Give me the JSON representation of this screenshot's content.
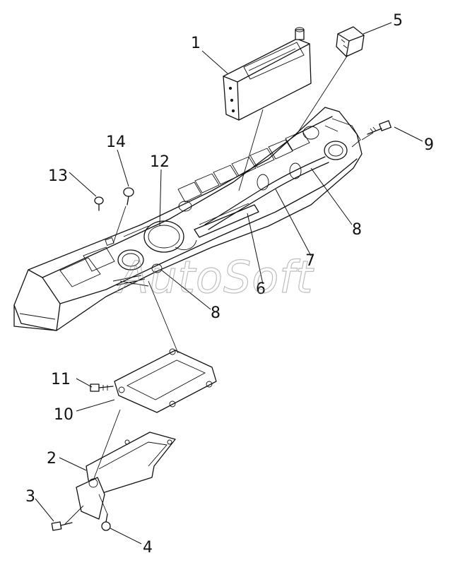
{
  "callouts": [
    {
      "id": "c1",
      "label": "1"
    },
    {
      "id": "c2",
      "label": "2"
    },
    {
      "id": "c3",
      "label": "3"
    },
    {
      "id": "c4",
      "label": "4"
    },
    {
      "id": "c5",
      "label": "5"
    },
    {
      "id": "c6",
      "label": "6"
    },
    {
      "id": "c7",
      "label": "7"
    },
    {
      "id": "c8a",
      "label": "8"
    },
    {
      "id": "c8b",
      "label": "8"
    },
    {
      "id": "c9",
      "label": "9"
    },
    {
      "id": "c10",
      "label": "10"
    },
    {
      "id": "c11",
      "label": "11"
    },
    {
      "id": "c12",
      "label": "12"
    },
    {
      "id": "c13",
      "label": "13"
    },
    {
      "id": "c14",
      "label": "14"
    }
  ],
  "watermark": {
    "text": "AutoSoft"
  }
}
